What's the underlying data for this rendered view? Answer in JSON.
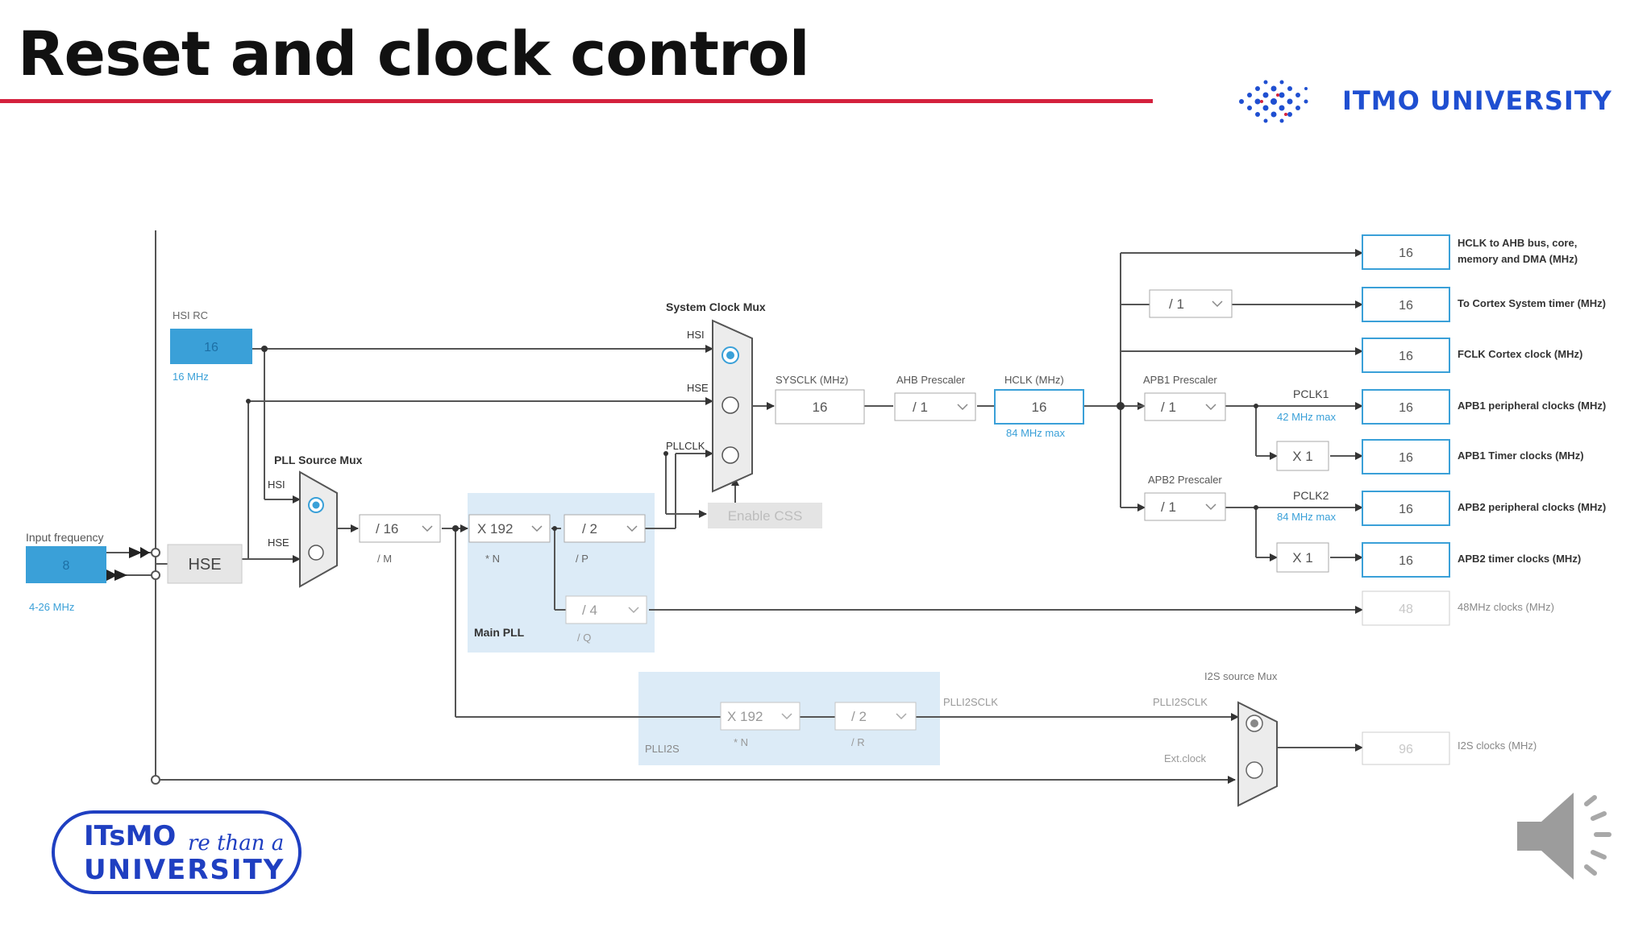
{
  "slide": {
    "title": "Reset and clock control"
  },
  "logo_top": {
    "text": "ITMO UNIVERSITY",
    "color": "#1f4fd1"
  },
  "badge": {
    "line1": "ITsMO",
    "line2": "re than a",
    "line3": "UNIVERSITY"
  },
  "colors": {
    "accent_rule": "#d4213d",
    "input_blue": "#3aa0d8",
    "pll_bg": "#dcebf7",
    "value_text": "#555555"
  },
  "diagram": {
    "hsi_rc": {
      "label": "HSI RC",
      "value": "16",
      "sub": "16 MHz"
    },
    "input_freq": {
      "label": "Input frequency",
      "value": "8",
      "range": "4-26 MHz"
    },
    "hse_box": "HSE",
    "pll_source_mux": {
      "title": "PLL Source Mux",
      "in_hsi": "HSI",
      "in_hse": "HSE"
    },
    "div_m": {
      "value": "/ 16",
      "label": "/ M"
    },
    "main_pll": {
      "label": "Main PLL",
      "n_value": "X 192",
      "n_label": "* N",
      "p_value": "/ 2",
      "p_label": "/ P",
      "q_value": "/ 4",
      "q_label": "/ Q"
    },
    "system_clock_mux": {
      "title": "System Clock Mux",
      "in_hsi": "HSI",
      "in_hse": "HSE",
      "in_pllclk": "PLLCLK"
    },
    "enable_css": "Enable CSS",
    "sysclk": {
      "label": "SYSCLK (MHz)",
      "value": "16"
    },
    "ahb_prescaler": {
      "label": "AHB Prescaler",
      "value": "/ 1"
    },
    "hclk": {
      "label": "HCLK (MHz)",
      "value": "16",
      "sub": "84 MHz max"
    },
    "cortex_div": "/ 1",
    "apb1_prescaler": {
      "label": "APB1 Prescaler",
      "value": "/ 1"
    },
    "pclk1": {
      "label": "PCLK1",
      "sub": "42 MHz max"
    },
    "apb1_timer_mult": "X 1",
    "apb2_prescaler": {
      "label": "APB2 Prescaler",
      "value": "/ 1"
    },
    "pclk2": {
      "label": "PCLK2",
      "sub": "84 MHz max"
    },
    "apb2_timer_mult": "X 1",
    "outputs": [
      {
        "value": "16",
        "label1": "HCLK to AHB bus, core,",
        "label2": "memory and DMA (MHz)"
      },
      {
        "value": "16",
        "label1": "To Cortex System timer (MHz)",
        "label2": ""
      },
      {
        "value": "16",
        "label1": "FCLK Cortex clock (MHz)",
        "label2": ""
      },
      {
        "value": "16",
        "label1": "APB1 peripheral clocks (MHz)",
        "label2": ""
      },
      {
        "value": "16",
        "label1": "APB1 Timer clocks (MHz)",
        "label2": ""
      },
      {
        "value": "16",
        "label1": "APB2 peripheral clocks (MHz)",
        "label2": ""
      },
      {
        "value": "16",
        "label1": "APB2 timer clocks (MHz)",
        "label2": ""
      },
      {
        "value": "48",
        "label1": "48MHz clocks (MHz)",
        "label2": ""
      }
    ],
    "plli2s": {
      "label": "PLLI2S",
      "n_value": "X 192",
      "n_label": "* N",
      "r_value": "/ 2",
      "r_label": "/ R",
      "out_label": "PLLI2SCLK"
    },
    "i2s_mux": {
      "title": "I2S source Mux",
      "in_pll": "PLLI2SCLK",
      "in_ext": "Ext.clock"
    },
    "i2s_out": {
      "value": "96",
      "label": "I2S clocks (MHz)"
    }
  }
}
